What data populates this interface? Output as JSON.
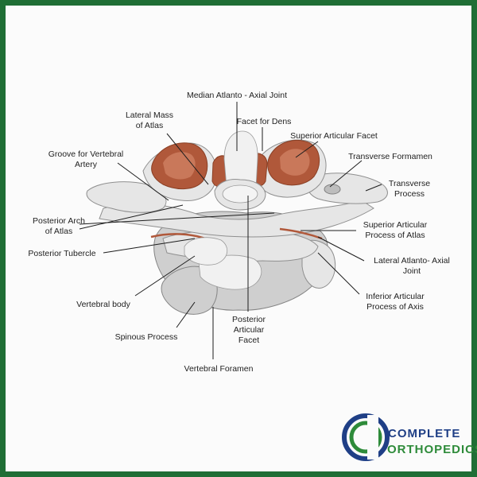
{
  "labels": {
    "median_joint": "Median Atlanto - Axial Joint",
    "lateral_mass_1": "Lateral Mass",
    "lateral_mass_2": "of Atlas",
    "facet_dens": "Facet for Dens",
    "sup_art_facet": "Superior Articular Facet",
    "groove_1": "Groove for Vertebral",
    "groove_2": "Artery",
    "transverse_foramen": "Transverse Formamen",
    "transverse_process_1": "Transverse",
    "transverse_process_2": "Process",
    "post_arch_1": "Posterior Arch",
    "post_arch_2": "of Atlas",
    "sup_art_process_1": "Superior Articular",
    "sup_art_process_2": "Process of Atlas",
    "post_tubercle": "Posterior Tubercle",
    "lat_joint_1": "Lateral Atlanto- Axial",
    "lat_joint_2": "Joint",
    "vertebral_body": "Vertebral body",
    "inf_art_process_1": "Inferior Articular",
    "inf_art_process_2": "Process of Axis",
    "post_art_facet_1": "Posterior",
    "post_art_facet_2": "Articular",
    "post_art_facet_3": "Facet",
    "spinous_process": "Spinous Process",
    "vertebral_foramen": "Vertebral Foramen"
  },
  "logo": {
    "line1": "COMPLETE",
    "line2": "ORTHOPEDICS"
  },
  "colors": {
    "border": "#1f6e35",
    "facet": "#b0583a",
    "logo_blue": "#1f3f86",
    "logo_green": "#2e8b3a"
  }
}
